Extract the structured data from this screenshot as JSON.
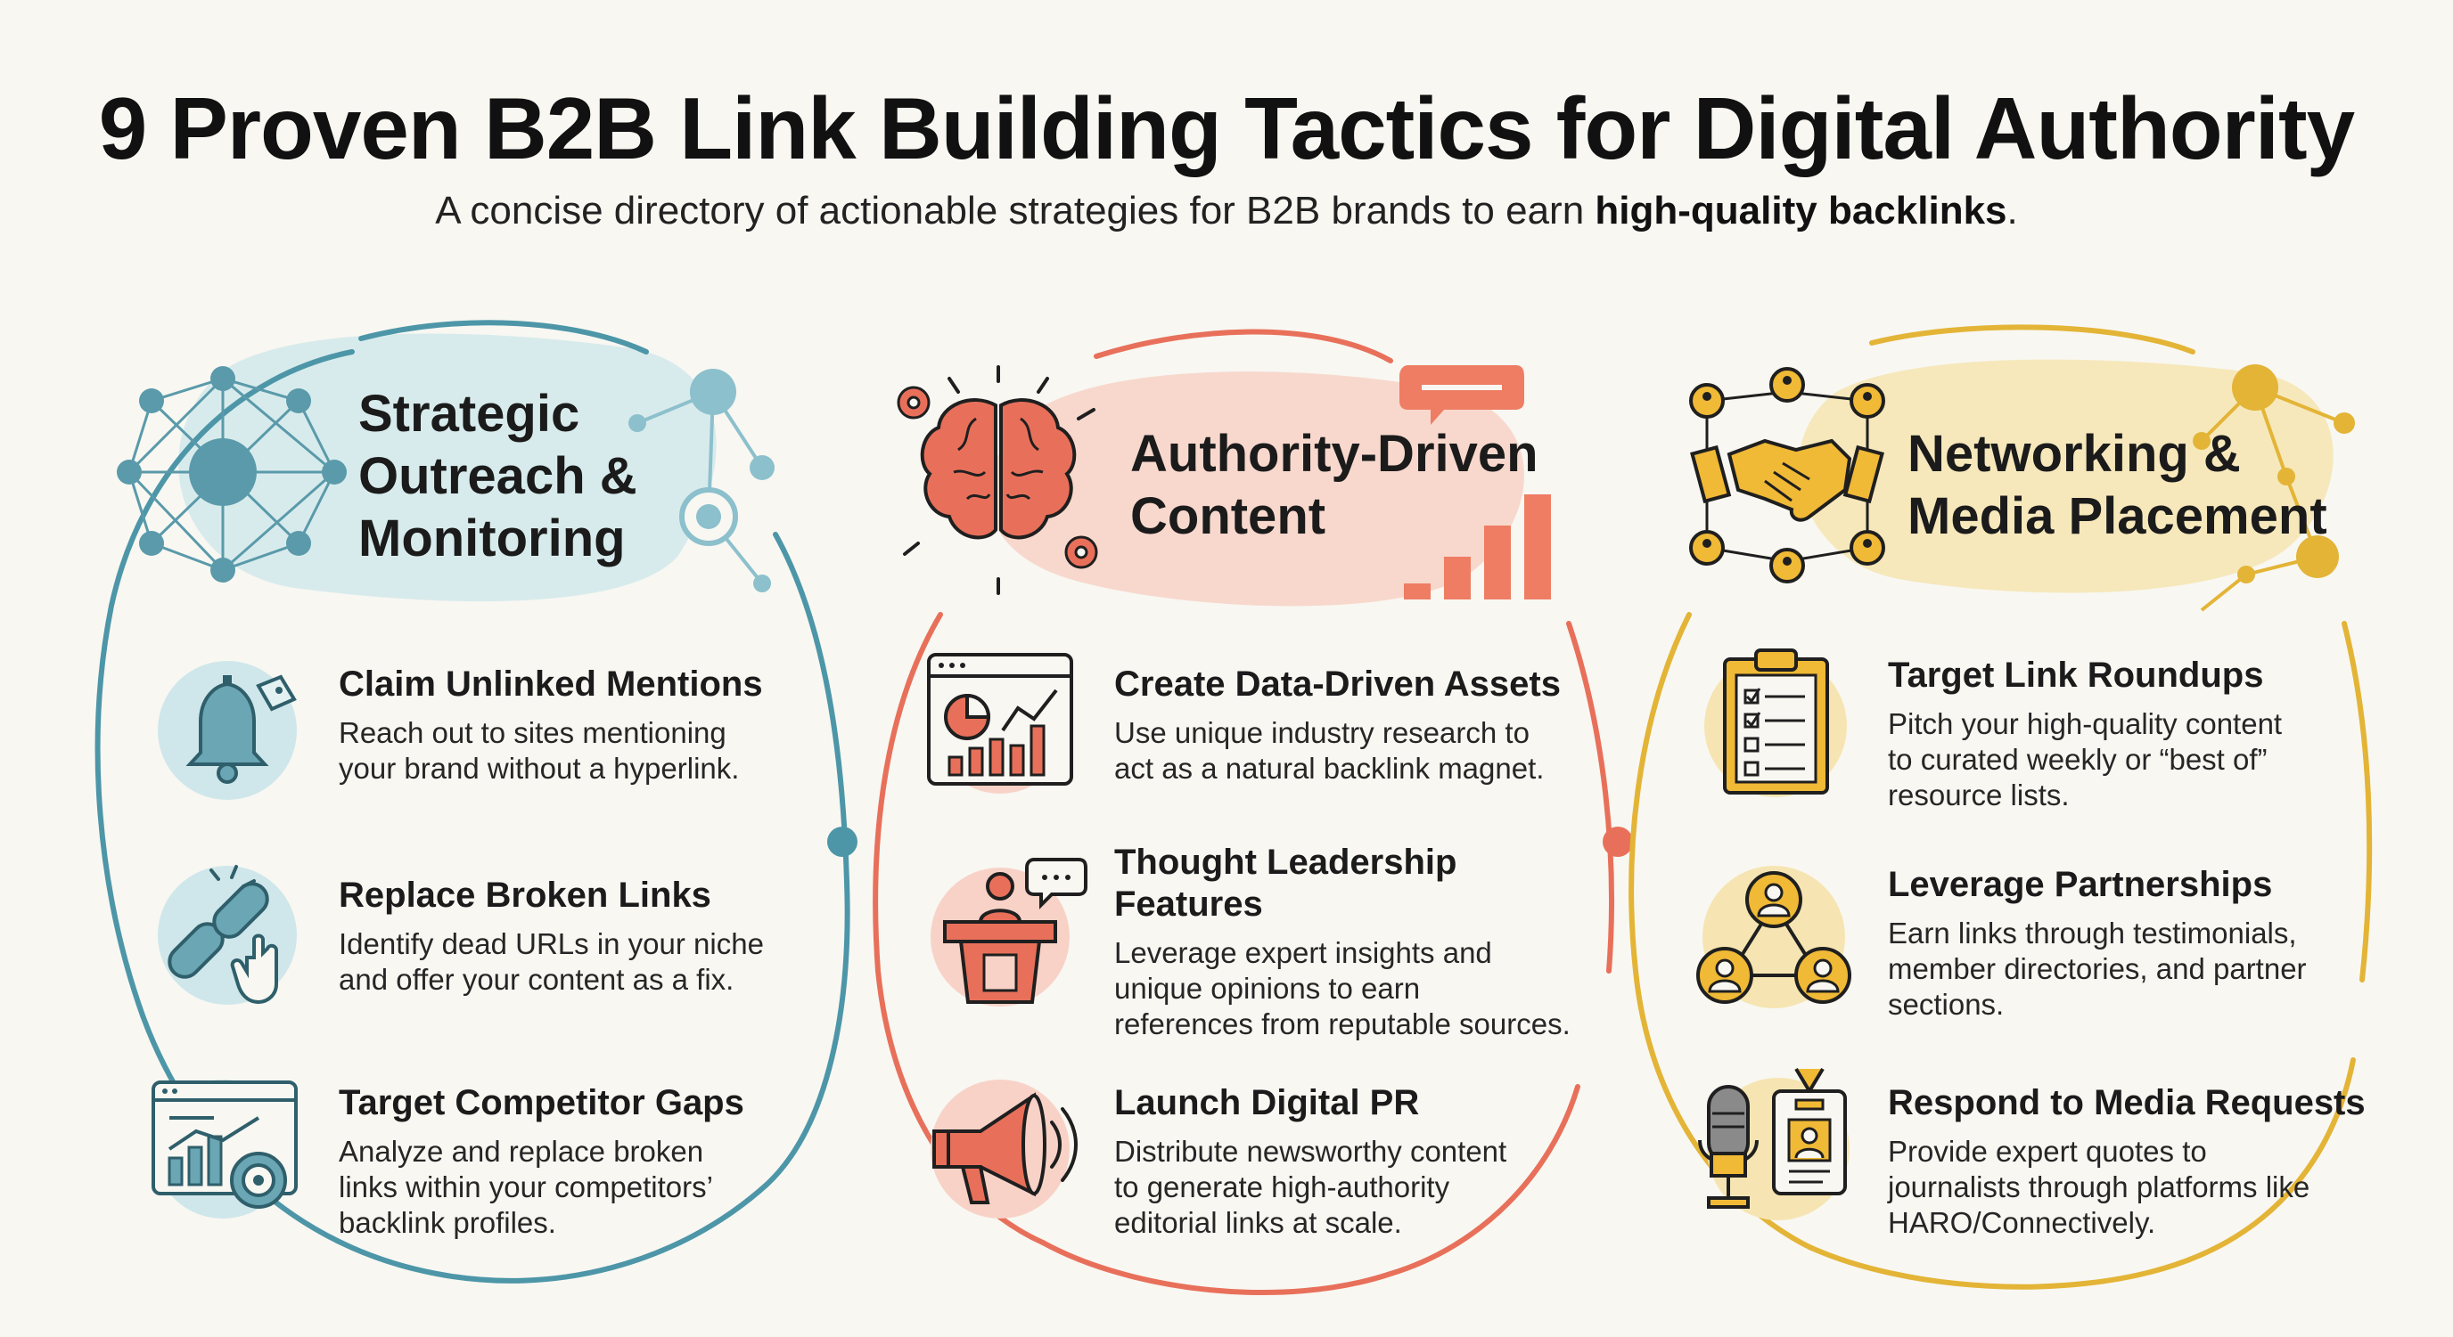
{
  "title": "9 Proven B2B Link Building Tactics for Digital Authority",
  "subtitle": {
    "prefix": "A concise directory of actionable strategies for B2B brands to earn ",
    "bold": "high-quality backlinks",
    "suffix": "."
  },
  "colors": {
    "teal": "#4d96a8",
    "coral": "#e8705a",
    "gold": "#e3b436",
    "background": "#f8f7f2"
  },
  "columns": [
    {
      "title_lines": [
        "Strategic",
        "Outreach &",
        "Monitoring"
      ],
      "icon": "network-icon",
      "items": [
        {
          "icon": "bell-tag-icon",
          "title": "Claim Unlinked Mentions",
          "desc_lines": [
            "Reach out to sites mentioning",
            "your brand without a hyperlink."
          ]
        },
        {
          "icon": "broken-chain-icon",
          "title": "Replace Broken Links",
          "desc_lines": [
            "Identify dead URLs in your niche",
            "and offer your content as a fix."
          ]
        },
        {
          "icon": "analytics-target-icon",
          "title": "Target Competitor Gaps",
          "desc_lines": [
            "Analyze and replace broken",
            "links within your competitors’",
            "backlink profiles."
          ]
        }
      ]
    },
    {
      "title_lines": [
        "Authority-Driven",
        "Content"
      ],
      "icon": "brain-icon",
      "items": [
        {
          "icon": "data-dashboard-icon",
          "title": "Create Data-Driven Assets",
          "desc_lines": [
            "Use unique industry research to",
            "act as a natural backlink magnet."
          ]
        },
        {
          "icon": "podium-speaker-icon",
          "title_lines": [
            "Thought Leadership",
            "Features"
          ],
          "desc_lines": [
            "Leverage expert insights and",
            "unique opinions to earn",
            "references from reputable sources."
          ]
        },
        {
          "icon": "megaphone-icon",
          "title": "Launch Digital PR",
          "desc_lines": [
            "Distribute newsworthy content",
            "to generate high-authority",
            "editorial links at scale."
          ]
        }
      ]
    },
    {
      "title_lines": [
        "Networking &",
        "Media Placement"
      ],
      "icon": "handshake-icon",
      "items": [
        {
          "icon": "clipboard-checklist-icon",
          "title": "Target Link Roundups",
          "desc_lines": [
            "Pitch your high-quality content",
            "to curated weekly or “best of”",
            "resource lists."
          ]
        },
        {
          "icon": "partners-network-icon",
          "title": "Leverage Partnerships",
          "desc_lines": [
            "Earn links through testimonials,",
            "member directories, and partner",
            "sections."
          ]
        },
        {
          "icon": "microphone-badge-icon",
          "title": "Respond to Media Requests",
          "desc_lines": [
            "Provide expert quotes to",
            "journalists through platforms like",
            "HARO/Connectively."
          ]
        }
      ]
    }
  ]
}
